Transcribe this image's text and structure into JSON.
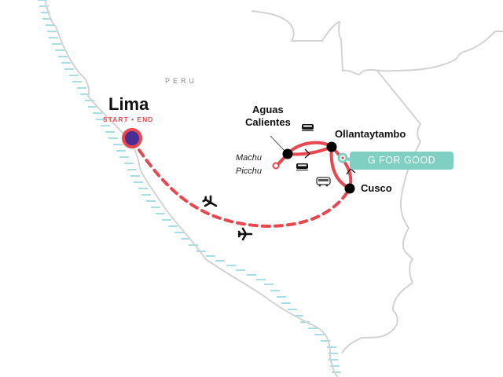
{
  "map": {
    "country_label": "PERU",
    "colors": {
      "route": "#e8474f",
      "start_fill": "#4a2d91",
      "borders": "#d3d3d3",
      "coast": "#a8dde6",
      "g_for_good": "#7fcfc2",
      "stop": "#000000"
    },
    "places": [
      {
        "id": "lima",
        "name": "Lima",
        "sub": "START • END",
        "kind": "start-end"
      },
      {
        "id": "aguas",
        "name_line1": "Aguas",
        "name_line2": "Calientes",
        "kind": "stop"
      },
      {
        "id": "ollantaytambo",
        "name": "Ollantaytambo",
        "kind": "stop"
      },
      {
        "id": "cusco",
        "name": "Cusco",
        "kind": "stop"
      },
      {
        "id": "machu",
        "name_line1": "Machu",
        "name_line2": "Picchu",
        "kind": "excursion"
      }
    ],
    "badge": {
      "label": "G FOR GOOD"
    },
    "transport": [
      {
        "mode": "train",
        "segment": "Ollantaytambo-Aguas Calientes"
      },
      {
        "mode": "train",
        "segment": "Aguas Calientes-Ollantaytambo"
      },
      {
        "mode": "bus",
        "segment": "Ollantaytambo-Cusco"
      },
      {
        "mode": "flight",
        "segment": "Lima-Cusco"
      },
      {
        "mode": "flight",
        "segment": "Cusco-Lima"
      }
    ]
  }
}
